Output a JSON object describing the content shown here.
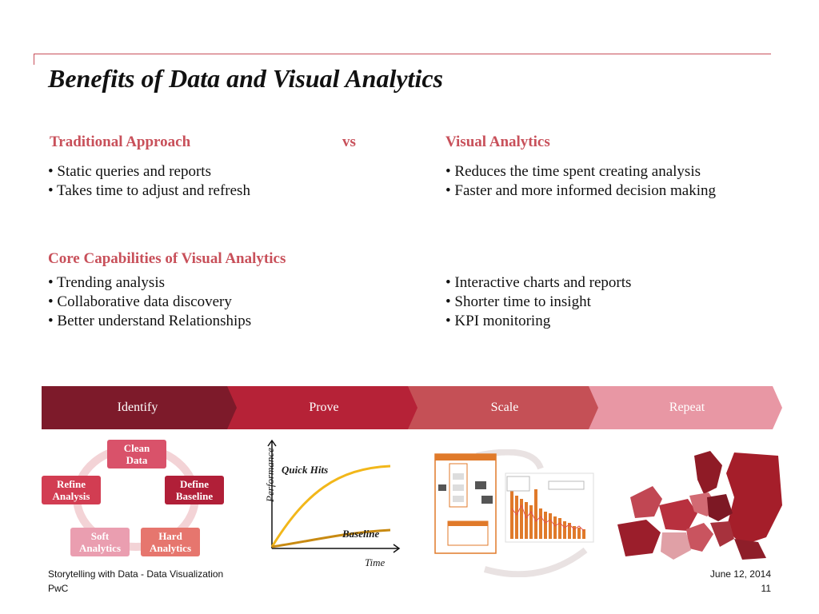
{
  "slide": {
    "title": "Benefits of Data and Visual Analytics"
  },
  "comparison": {
    "left_heading": "Traditional Approach",
    "vs_label": "vs",
    "right_heading": "Visual Analytics",
    "left_bullets": [
      "• Static queries and reports",
      "• Takes time to adjust and refresh"
    ],
    "right_bullets": [
      "• Reduces the time spent creating analysis",
      "• Faster and more informed decision making"
    ]
  },
  "capabilities": {
    "heading": "Core Capabilities of Visual Analytics",
    "left_bullets": [
      "• Trending analysis",
      "• Collaborative data discovery",
      "• Better understand Relationships"
    ],
    "right_bullets": [
      "• Interactive charts and reports",
      "• Shorter time to insight",
      "• KPI monitoring"
    ]
  },
  "process_steps": [
    {
      "label": "Identify",
      "color": "#7d1a2a"
    },
    {
      "label": "Prove",
      "color": "#b62237"
    },
    {
      "label": "Scale",
      "color": "#c55056"
    },
    {
      "label": "Repeat",
      "color": "#e897a4"
    }
  ],
  "cycle": {
    "ring_color": "#f3d3d6",
    "nodes": [
      {
        "line1": "Clean",
        "line2": "Data",
        "color": "#d9526a"
      },
      {
        "line1": "Define",
        "line2": "Baseline",
        "color": "#b11f38"
      },
      {
        "line1": "Hard",
        "line2": "Analytics",
        "color": "#e6766e"
      },
      {
        "line1": "Soft",
        "line2": "Analytics",
        "color": "#ea9eb0"
      },
      {
        "line1": "Refine",
        "line2": "Analysis",
        "color": "#d23d52"
      }
    ]
  },
  "performance_chart": {
    "ylabel": "Performance",
    "xlabel": "Time",
    "quick_hits_label": "Quick Hits",
    "baseline_label": "Baseline",
    "quick_hits_color": "#f2b71a",
    "baseline_color": "#c88a12"
  },
  "footer": {
    "left_line1": "Storytelling with Data - Data Visualization",
    "left_line2": "PwC",
    "date": "June 12, 2014",
    "page": "11"
  }
}
